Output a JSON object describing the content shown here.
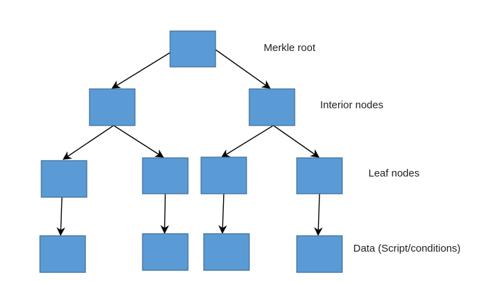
{
  "diagram": {
    "levels": [
      {
        "id": "root",
        "label": "Merkle root"
      },
      {
        "id": "interior",
        "label": "Interior nodes"
      },
      {
        "id": "leaf",
        "label": "Leaf nodes"
      },
      {
        "id": "data",
        "label": "Data (Script/conditions)"
      }
    ],
    "nodes": [
      {
        "id": "root",
        "level": "root"
      },
      {
        "id": "int-left",
        "level": "interior"
      },
      {
        "id": "int-right",
        "level": "interior"
      },
      {
        "id": "leaf-1",
        "level": "leaf"
      },
      {
        "id": "leaf-2",
        "level": "leaf"
      },
      {
        "id": "leaf-3",
        "level": "leaf"
      },
      {
        "id": "leaf-4",
        "level": "leaf"
      },
      {
        "id": "data-1",
        "level": "data"
      },
      {
        "id": "data-2",
        "level": "data"
      },
      {
        "id": "data-3",
        "level": "data"
      },
      {
        "id": "data-4",
        "level": "data"
      }
    ],
    "edges": [
      {
        "from": "root",
        "to": "int-left"
      },
      {
        "from": "root",
        "to": "int-right"
      },
      {
        "from": "int-left",
        "to": "leaf-1"
      },
      {
        "from": "int-left",
        "to": "leaf-2"
      },
      {
        "from": "int-right",
        "to": "leaf-3"
      },
      {
        "from": "int-right",
        "to": "leaf-4"
      },
      {
        "from": "leaf-1",
        "to": "data-1"
      },
      {
        "from": "leaf-2",
        "to": "data-2"
      },
      {
        "from": "leaf-3",
        "to": "data-3"
      },
      {
        "from": "leaf-4",
        "to": "data-4"
      }
    ],
    "colors": {
      "node_fill": "#5b9bd5",
      "node_stroke": "#41719c",
      "edge": "#000000"
    }
  }
}
